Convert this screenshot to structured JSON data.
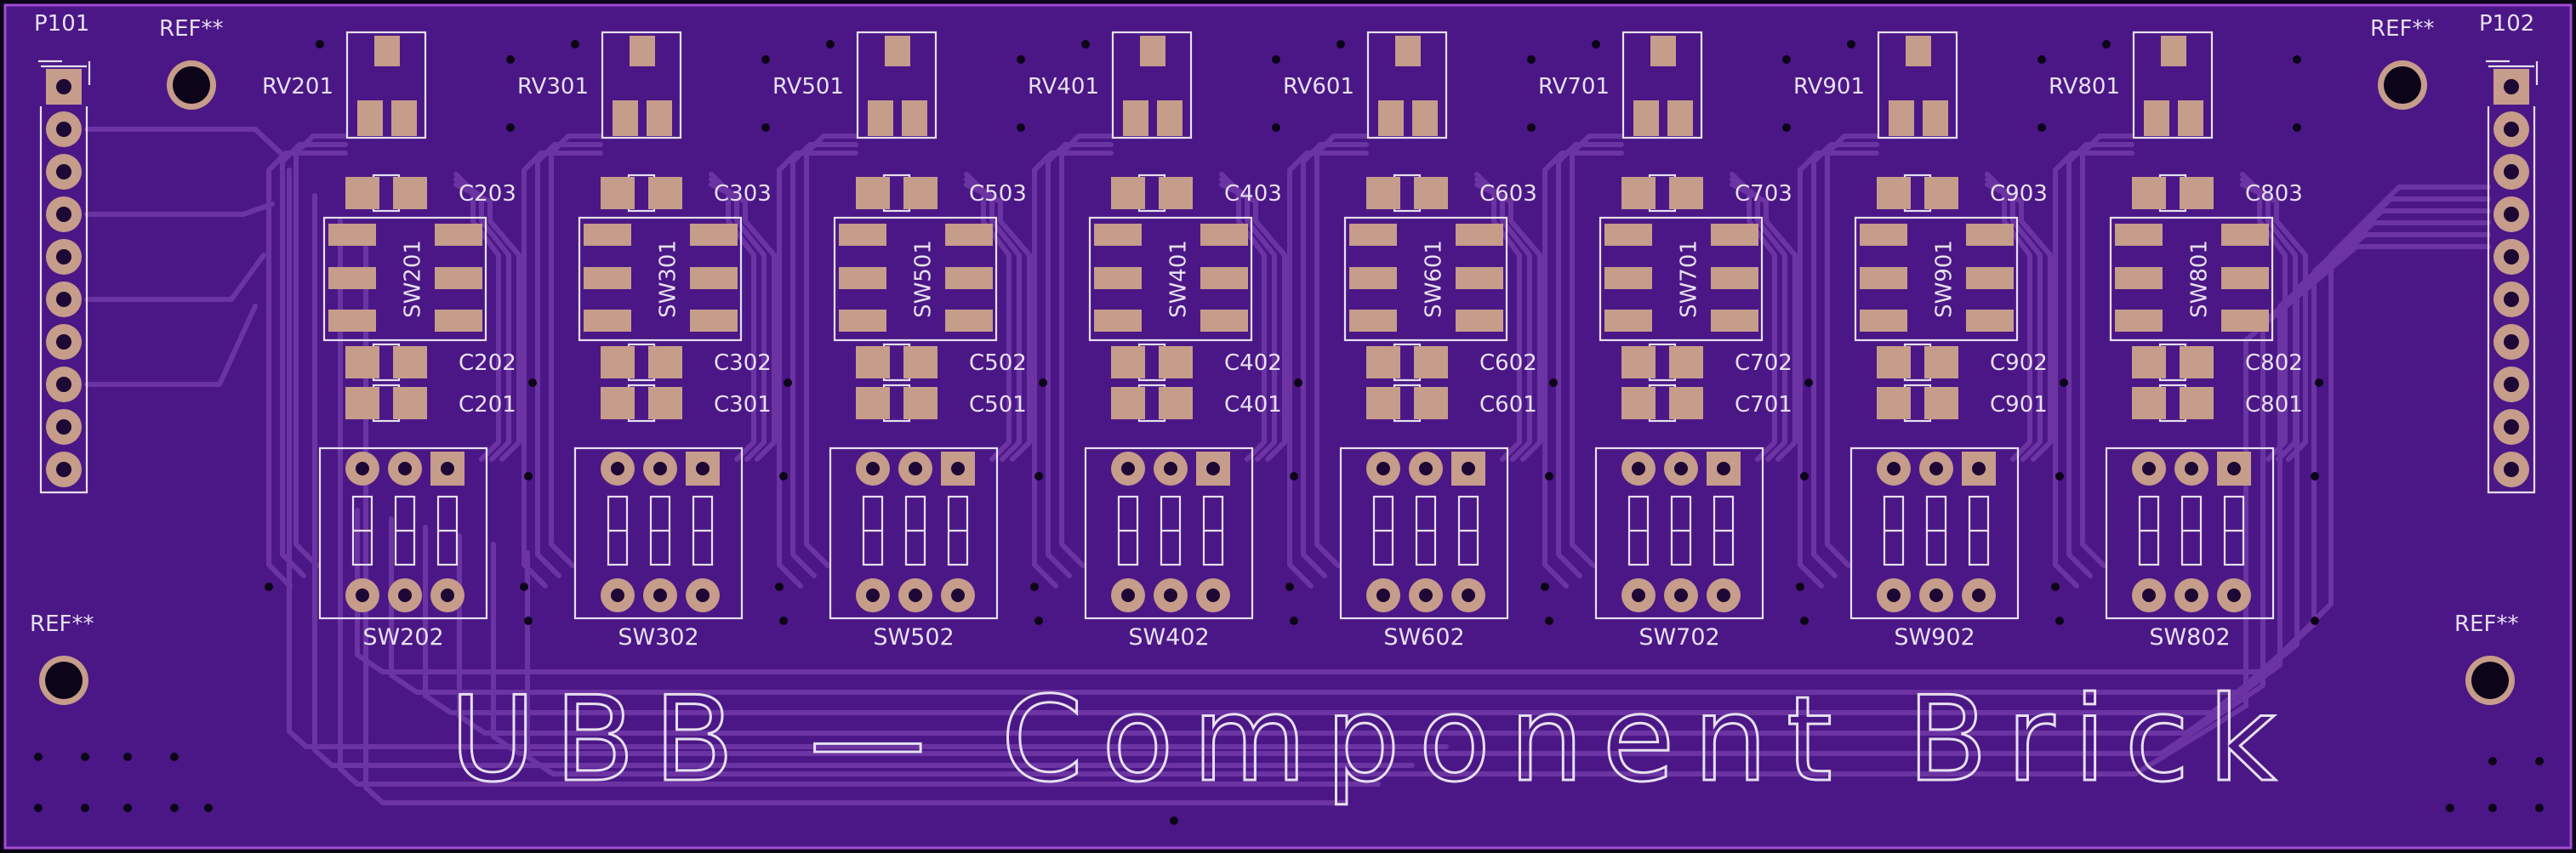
{
  "board": {
    "title": "UBB — Component Brick",
    "colors": {
      "substrate": "#4b1786",
      "edge": "#a24cd6",
      "silkscreen": "#e6e0ef",
      "pad": "#c69c8a",
      "trace": "#6c33a3",
      "background": "#0c0418"
    }
  },
  "headers": [
    {
      "ref": "P101",
      "pins": 10
    },
    {
      "ref": "P102",
      "pins": 10
    }
  ],
  "mounting_holes": [
    "REF**",
    "REF**",
    "REF**",
    "REF**"
  ],
  "channels": [
    {
      "pot": "RV201",
      "cap_top": "C203",
      "button": "SW201",
      "cap_mid": "C202",
      "cap_bot": "C201",
      "dip": "SW202"
    },
    {
      "pot": "RV301",
      "cap_top": "C303",
      "button": "SW301",
      "cap_mid": "C302",
      "cap_bot": "C301",
      "dip": "SW302"
    },
    {
      "pot": "RV501",
      "cap_top": "C503",
      "button": "SW501",
      "cap_mid": "C502",
      "cap_bot": "C501",
      "dip": "SW502"
    },
    {
      "pot": "RV401",
      "cap_top": "C403",
      "button": "SW401",
      "cap_mid": "C402",
      "cap_bot": "C401",
      "dip": "SW402"
    },
    {
      "pot": "RV601",
      "cap_top": "C603",
      "button": "SW601",
      "cap_mid": "C602",
      "cap_bot": "C601",
      "dip": "SW602"
    },
    {
      "pot": "RV701",
      "cap_top": "C703",
      "button": "SW701",
      "cap_mid": "C702",
      "cap_bot": "C701",
      "dip": "SW702"
    },
    {
      "pot": "RV901",
      "cap_top": "C903",
      "button": "SW901",
      "cap_mid": "C902",
      "cap_bot": "C901",
      "dip": "SW902"
    },
    {
      "pot": "RV801",
      "cap_top": "C803",
      "button": "SW801",
      "cap_mid": "C802",
      "cap_bot": "C801",
      "dip": "SW802"
    }
  ]
}
